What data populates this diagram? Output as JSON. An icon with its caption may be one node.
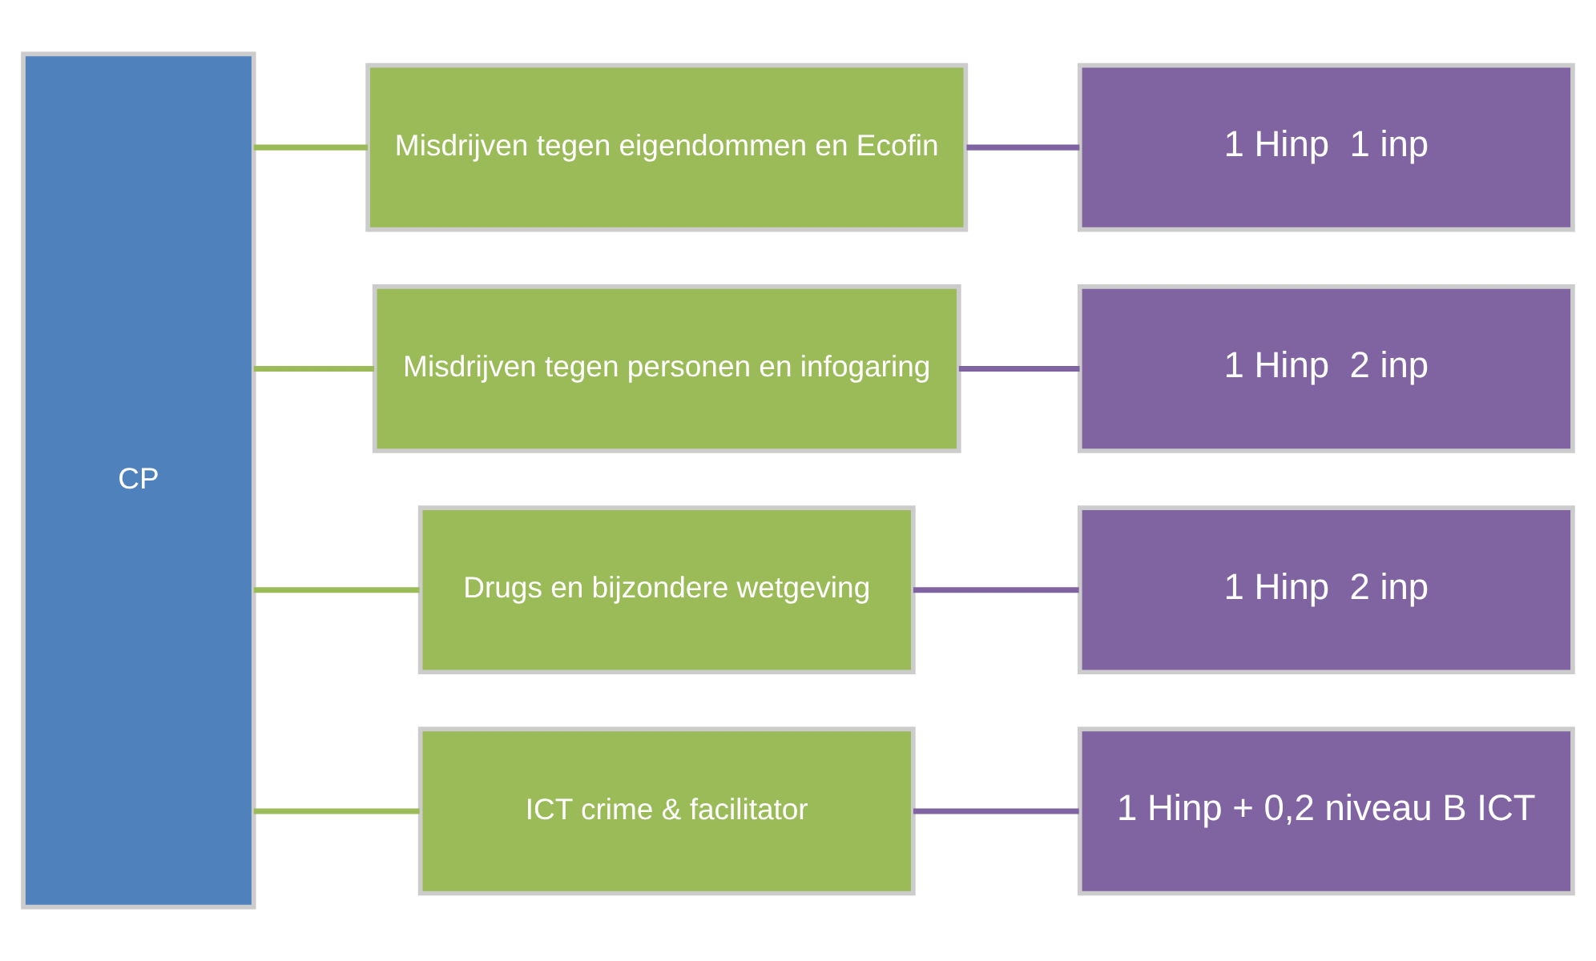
{
  "diagram": {
    "nodes": [
      {
        "text": [
          "CP"
        ]
      },
      {
        "text": [
          "Misdrijven tegen eigendommen en Ecofin"
        ]
      },
      {
        "text": [
          "Misdrijven tegen personen en infogaring"
        ]
      },
      {
        "text": [
          "Drugs en bijzondere wetgeving"
        ]
      },
      {
        "text": [
          "ICT crime & facilitator"
        ]
      },
      {
        "text": [
          "1 Hinp  1 inp"
        ]
      },
      {
        "text": [
          "1 Hinp  2 inp"
        ]
      },
      {
        "text": [
          "1 Hinp  2 inp"
        ]
      },
      {
        "text": [
          "1 Hinp + 0,2 niveau B ICT"
        ]
      }
    ],
    "edges": [
      {
        "from": 0,
        "to": 1,
        "arrow": "none",
        "color": "#9bbb59"
      },
      {
        "from": 0,
        "to": 2,
        "arrow": "none",
        "color": "#9bbb59"
      },
      {
        "from": 0,
        "to": 3,
        "arrow": "none",
        "color": "#9bbb59"
      },
      {
        "from": 0,
        "to": 4,
        "arrow": "none",
        "color": "#9bbb59"
      },
      {
        "from": 1,
        "to": 5,
        "arrow": "none",
        "color": "#8064a2"
      },
      {
        "from": 2,
        "to": 6,
        "arrow": "none",
        "color": "#8064a2"
      },
      {
        "from": 3,
        "to": 7,
        "arrow": "none",
        "color": "#8064a2"
      },
      {
        "from": 4,
        "to": 8,
        "arrow": "none",
        "color": "#8064a2"
      }
    ]
  }
}
